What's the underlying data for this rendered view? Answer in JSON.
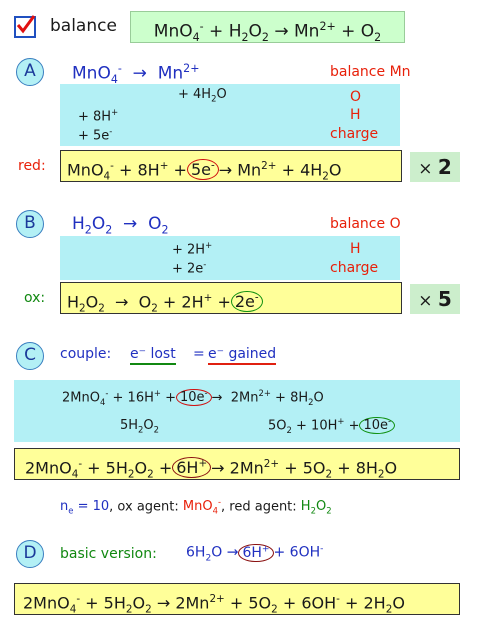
{
  "header": {
    "balance_label": "balance",
    "equation": "MnO₄⁻ + H₂O₂ → Mn²⁺ + O₂"
  },
  "sectionA": {
    "letter": "A",
    "half_eq": "MnO₄⁻ → Mn²⁺",
    "note1": "balance Mn",
    "step_h2o": "+ 4H₂O",
    "step_h": "+ 8H⁺",
    "step_e": "+ 5e⁻",
    "note_o": "O",
    "note_h": "H",
    "note_charge": "charge",
    "red_label": "red:",
    "multiplier": "2"
  },
  "sectionB": {
    "letter": "B",
    "half_eq": "H₂O₂ → O₂",
    "note1": "balance O",
    "step_h": "+ 2H⁺",
    "step_e": "+ 2e⁻",
    "note_h": "H",
    "note_charge": "charge",
    "ox_label": "ox:",
    "multiplier": "5"
  },
  "sectionC": {
    "letter": "C",
    "couple_label": "couple:",
    "e_lost": "e⁻ lost",
    "equals": "=",
    "e_gained": "e⁻ gained",
    "ne_label": "n",
    "ne_value": "= 10",
    "ox_agent_label": ", ox agent:",
    "ox_agent": "MnO₄⁻",
    "red_agent_label": ", red agent:",
    "red_agent": "H₂O₂"
  },
  "sectionD": {
    "letter": "D",
    "label": "basic version:"
  }
}
